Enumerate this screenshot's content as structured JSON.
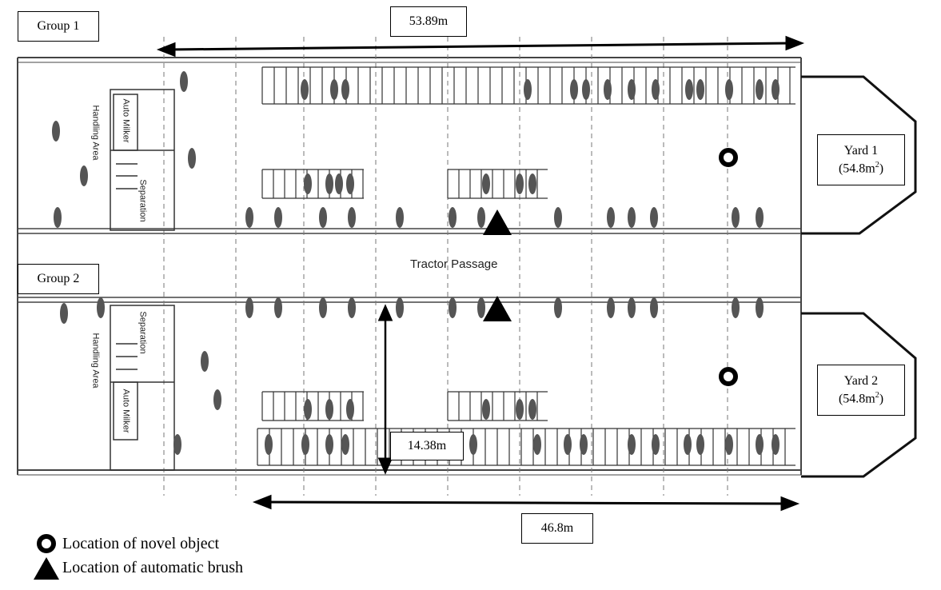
{
  "groups": {
    "group1": "Group 1",
    "group2": "Group 2"
  },
  "dimensions": {
    "top_length": "53.89m",
    "width": "14.38m",
    "bottom_length": "46.8m"
  },
  "areas": {
    "tractor_passage": "Tractor Passage",
    "handling_area": "Handling Area",
    "auto_milker": "Auto Milker",
    "separation": "Separation"
  },
  "yards": [
    {
      "name": "Yard 1",
      "area": "(54.8m",
      "sup": "2",
      "close": ")"
    },
    {
      "name": "Yard 2",
      "area": "(54.8m",
      "sup": "2",
      "close": ")"
    }
  ],
  "legend": {
    "novel_object": "Location of novel object",
    "automatic_brush": "Location of automatic brush"
  }
}
